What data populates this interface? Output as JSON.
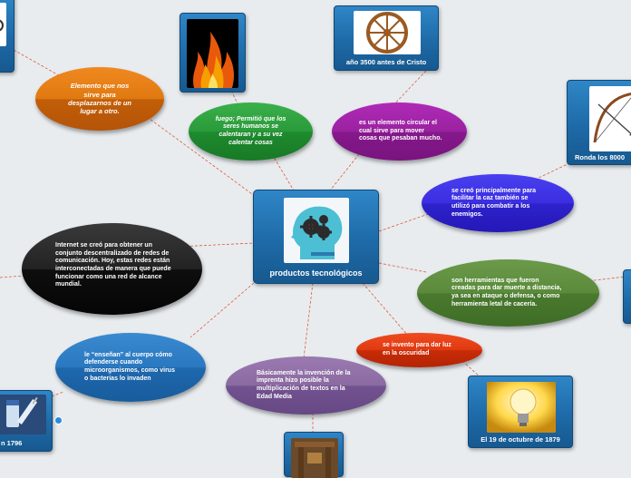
{
  "center": {
    "label": "productos tecnológicos"
  },
  "colors": {
    "background": "#e8ecef",
    "link": "#e05a3c",
    "card_blue": "#1e6aa8",
    "orange": "#e07a10",
    "green": "#2a9a3a",
    "purple": "#9a22a0",
    "violet": "#3a2ee0",
    "black": "#111111",
    "olive": "#5a8a3a",
    "red": "#e03a10",
    "blue": "#2a78c0",
    "mauve": "#7a5a90"
  },
  "bubbles": {
    "transport": "Elemento que nos sirve para desplazarnos de un lugar a otro.",
    "fire": "fuego; Permitió que los seres humanos se calentaran y a su vez calentar cosas",
    "wheel": "es un elemento circular el cual sirve para mover cosas que pesaban mucho.",
    "bow": "se creó principalmente para facilitar la caz también se utilizó para combatir a los enemigos.",
    "internet": "Internet se creó para obtener un conjunto descentralizado de redes de comunicación. Hoy, estas redes están interconectadas de manera que puede funcionar como una red de alcance mundial.",
    "weapons": "son herramientas que fueron creadas para dar muerte a distancia, ya sea en ataque o defensa, o como herramienta letal de cacería.",
    "bulb": "se invento para dar luz en la oscuridad",
    "vaccine": "le “enseñan” al cuerpo cómo defenderse cuando microorganismos, como virus o bacterias lo invaden",
    "press": "Básicamente la invención de la imprenta hizo posible la multiplicación de textos en la Edad Media"
  },
  "cards": {
    "wheel": "año 3500 antes de Cristo",
    "bow": "Ronda los 8000",
    "bulb": "El 19 de octubre de 1879",
    "vaccine": "n 1796"
  },
  "icons": {
    "center": "head-with-gears-icon",
    "fire": "fire-image",
    "wheel": "wooden-wheel-image",
    "bow": "bow-and-arrow-image",
    "bulb": "light-bulb-image",
    "vaccine": "vaccine-vial-image",
    "press": "printing-press-image"
  }
}
